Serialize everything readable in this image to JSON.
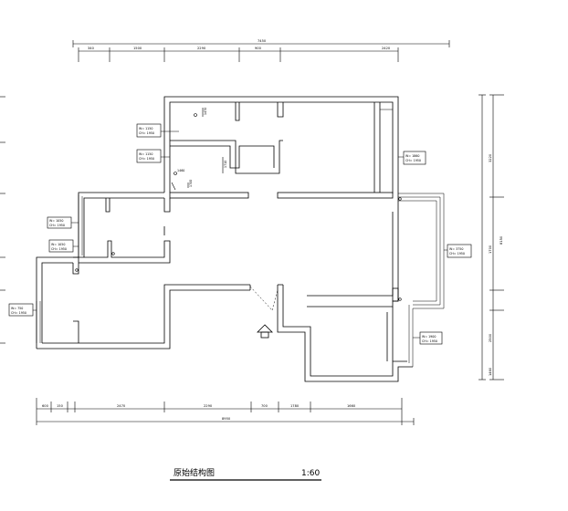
{
  "drawing": {
    "title": "原始结构图",
    "scale": "1:60"
  },
  "dims": {
    "top_total": "7450",
    "top": [
      "340",
      "1500",
      "2290",
      "900",
      "2420"
    ],
    "bottom_total": "8950",
    "bottom": [
      "600",
      "150",
      "2470",
      "2290",
      "700",
      "1780",
      "1660"
    ],
    "right_total": "8150",
    "right": [
      "3220",
      "1700",
      "2500",
      "1460"
    ],
    "small": [
      "1470",
      "1710",
      "1700",
      "1460"
    ]
  },
  "windows": [
    {
      "id": "w1",
      "line1": "W= 1150",
      "line2": "CH= 1950"
    },
    {
      "id": "w2",
      "line1": "W= 1150",
      "line2": "CH= 1950"
    },
    {
      "id": "w3",
      "line1": "W= 1050",
      "line2": "CH= 1950"
    },
    {
      "id": "w4",
      "line1": "W= 1050",
      "line2": "CH= 1950"
    },
    {
      "id": "w5",
      "line1": "W= 750",
      "line2": "CH= 1950"
    },
    {
      "id": "w6",
      "line1": "W= 1860",
      "line2": "CH= 1950"
    },
    {
      "id": "w7",
      "line1": "W= 3750",
      "line2": "CH= 1950"
    },
    {
      "id": "w8",
      "line1": "W= 1900",
      "line2": "CH= 1950"
    }
  ]
}
